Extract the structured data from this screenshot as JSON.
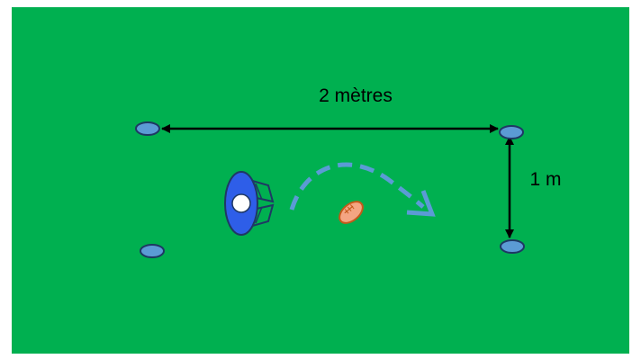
{
  "diagram": {
    "labels": {
      "width_label": "2 mètres",
      "depth_label": "1 m"
    },
    "colors": {
      "field": "#00b050",
      "cone_fill": "#5b9bd5",
      "cone_stroke": "#1f3864",
      "player_body": "#2e5ee8",
      "player_head": "#ffffff",
      "ball_fill": "#f4a582",
      "ball_stroke": "#c45a1a",
      "motion_arrow": "#5b9bd5",
      "dimension_arrow": "#000000"
    },
    "elements": {
      "cones": 4,
      "players": 1,
      "balls": 1
    },
    "icons": {
      "player": "player-topdown-icon",
      "ball": "rugby-ball-icon",
      "cone": "cone-marker-icon"
    }
  }
}
